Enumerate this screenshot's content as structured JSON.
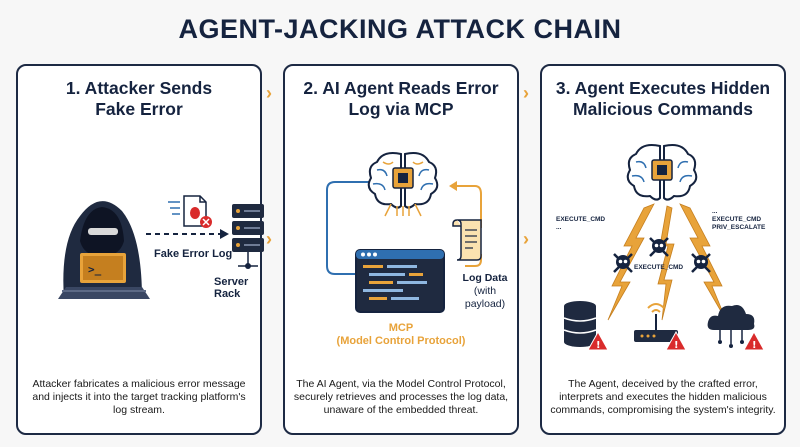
{
  "title": "AGENT-JACKING ATTACK CHAIN",
  "panel1": {
    "title_line1": "1. Attacker Sends",
    "title_line2": "Fake Error",
    "fake_error_label": "Fake Error Log",
    "server_label": "Server Rack",
    "description": "Attacker fabricates a malicious error message and injects it into the target tracking platform's log stream."
  },
  "panel2": {
    "title_line1": "2. AI Agent Reads Error",
    "title_line2": "Log via MCP",
    "log_label_line1": "Log Data",
    "log_label_line2": "(with payload)",
    "mcp_label_line1": "MCP",
    "mcp_label_line2": "(Model Control Protocol)",
    "description": "The AI Agent, via the Model Control Protocol, securely retrieves and processes the log data, unaware of the embedded threat."
  },
  "panel3": {
    "title_line1": "3. Agent Executes Hidden",
    "title_line2": "Malicious Commands",
    "cmd_left_line1": "EXECUTE_CMD",
    "cmd_left_line2": "...",
    "cmd_middle": "EXECUTE_CMD",
    "cmd_right_line1": "...",
    "cmd_right_line2": "EXECUTE_CMD",
    "cmd_right_line3": "PRIV_ESCALATE",
    "description": "The Agent, deceived by the crafted error, interprets and executes the hidden malicious commands, compromising the system's integrity."
  },
  "arrows": {
    "chevron": "›"
  },
  "colors": {
    "navy": "#15233f",
    "orange": "#e8a33a",
    "blue": "#2f6fb0",
    "red": "#d92b2b"
  },
  "icons": [
    "hacker-icon",
    "bug-file-icon",
    "server-rack-icon",
    "brain-chip-icon",
    "code-window-icon",
    "log-scroll-icon",
    "skull-icon",
    "database-icon",
    "router-icon",
    "cloud-icon",
    "warning-icon"
  ]
}
